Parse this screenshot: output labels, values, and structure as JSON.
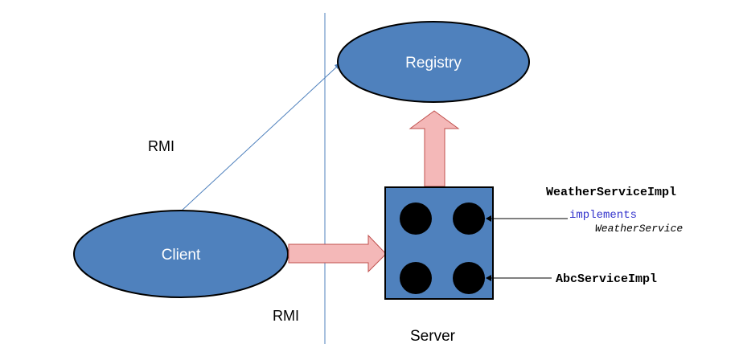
{
  "nodes": {
    "registry": "Registry",
    "client": "Client",
    "server": "Server"
  },
  "labels": {
    "rmi_top": "RMI",
    "rmi_bottom": "RMI",
    "weather_impl": "WeatherServiceImpl",
    "implements_keyword": "implements",
    "weather_interface": "WeatherService",
    "abc_impl": "AbcServiceImpl"
  },
  "colors": {
    "node_fill": "#4f81bd",
    "node_stroke": "#000000",
    "arrow_fill": "#f4b8b8",
    "arrow_stroke": "#c0504d",
    "line_blue": "#4f81bd",
    "keyword_blue": "#3333cc",
    "object_fill": "#000000"
  }
}
